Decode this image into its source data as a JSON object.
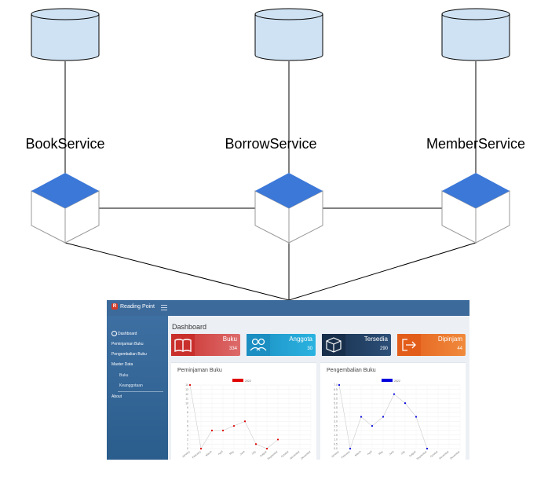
{
  "services": [
    {
      "name": "BookService"
    },
    {
      "name": "BorrowService"
    },
    {
      "name": "MemberService"
    }
  ],
  "colors": {
    "database_fill": "#cfe2f3",
    "cube_top": "#3c78d8",
    "line": "#000000"
  },
  "dashboard": {
    "app_name": "Reading Point",
    "page_title": "Dashboard",
    "sidebar": {
      "items": [
        {
          "label": "Dashboard",
          "icon": "dashboard-icon"
        },
        {
          "label": "Peminjaman Buku"
        },
        {
          "label": "Pengembalian Buku"
        },
        {
          "label": "Master Data"
        },
        {
          "label": "Buku"
        },
        {
          "label": "Keanggotaan"
        },
        {
          "label": "About"
        }
      ]
    },
    "stat_boxes": [
      {
        "label": "Buku",
        "value": "334",
        "icon": "book-icon",
        "color": "#d44f4f"
      },
      {
        "label": "Anggota",
        "value": "30",
        "icon": "users-icon",
        "color": "#1fa2d6"
      },
      {
        "label": "Tersedia",
        "value": "290",
        "icon": "box-icon",
        "color": "#1f3b5c"
      },
      {
        "label": "Dipinjam",
        "value": "44",
        "icon": "sign-out-icon",
        "color": "#e8692a"
      }
    ]
  },
  "chart_data": [
    {
      "type": "line",
      "title": "Peminjaman Buku",
      "series": [
        {
          "name": "2022",
          "color": "#e00000",
          "values": [
            14,
            0,
            4,
            4,
            5,
            6,
            1,
            0,
            2,
            null,
            null,
            null
          ]
        }
      ],
      "categories": [
        "January",
        "February",
        "March",
        "April",
        "May",
        "June",
        "July",
        "August",
        "September",
        "October",
        "November",
        "December"
      ],
      "ylim": [
        0,
        14
      ],
      "yticks": [
        "0",
        "1",
        "2",
        "3",
        "4",
        "5",
        "6",
        "7",
        "8",
        "9",
        "10",
        "11",
        "12",
        "13",
        "14"
      ]
    },
    {
      "type": "line",
      "title": "Pengembalian Buku",
      "series": [
        {
          "name": "2022",
          "color": "#0000dd",
          "values": [
            7,
            0,
            3.5,
            2.5,
            3.5,
            6,
            5,
            3.5,
            0,
            null,
            null,
            null
          ]
        }
      ],
      "categories": [
        "January",
        "February",
        "March",
        "April",
        "May",
        "June",
        "July",
        "August",
        "September",
        "October",
        "November",
        "December"
      ],
      "ylim": [
        0,
        7
      ],
      "yticks": [
        "0.0",
        "0.5",
        "1.0",
        "1.5",
        "2.0",
        "2.5",
        "3.0",
        "3.5",
        "4.0",
        "4.5",
        "5.0",
        "5.5",
        "6.0",
        "6.5",
        "7.0"
      ]
    }
  ]
}
